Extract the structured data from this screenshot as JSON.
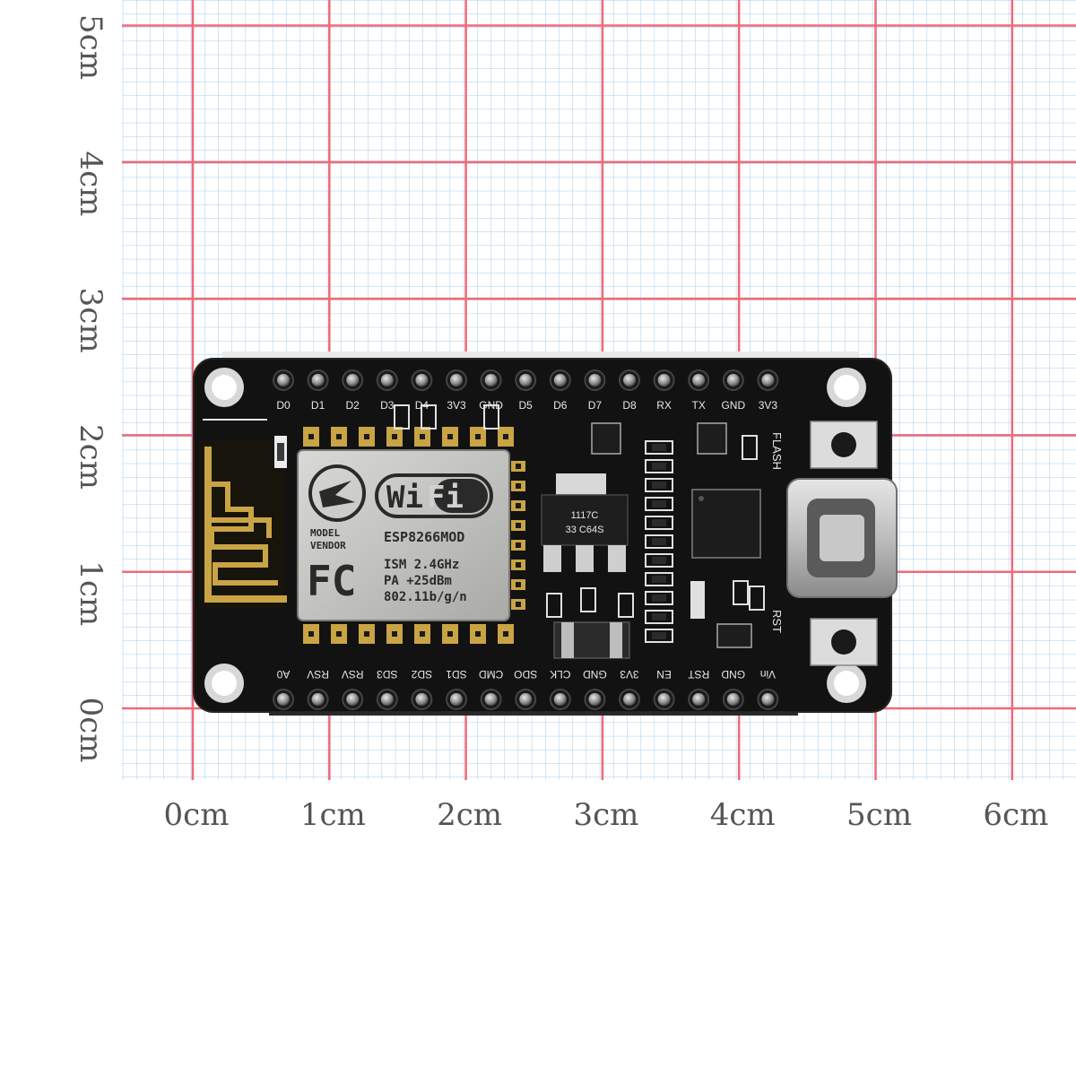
{
  "ruler": {
    "x_labels": [
      "0cm",
      "1cm",
      "2cm",
      "3cm",
      "4cm",
      "5cm",
      "6cm"
    ],
    "y_labels": [
      "5cm",
      "4cm",
      "3cm",
      "2cm",
      "1cm",
      "0cm"
    ]
  },
  "board": {
    "top_pins": [
      "D0",
      "D1",
      "D2",
      "D3",
      "D4",
      "3V3",
      "GND",
      "D5",
      "D6",
      "D7",
      "D8",
      "RX",
      "TX",
      "GND",
      "3V3"
    ],
    "bottom_pins": [
      "A0",
      "RSV",
      "RSV",
      "SD3",
      "SD2",
      "SD1",
      "CMD",
      "SDO",
      "CLK",
      "GND",
      "3V3",
      "EN",
      "RST",
      "GND",
      "Vin"
    ],
    "flash_label": "FLASH",
    "rst_label": "RST",
    "regulator_text": [
      "1117C",
      "33 C64S"
    ],
    "module": {
      "brand": "WiFi",
      "model": "ESP8266MOD",
      "model_vendor": [
        "MODEL",
        "VENDOR"
      ],
      "fcc": "FC",
      "specs": [
        "ISM 2.4GHz",
        "PA  +25dBm",
        "802.11b/g/n"
      ]
    }
  }
}
